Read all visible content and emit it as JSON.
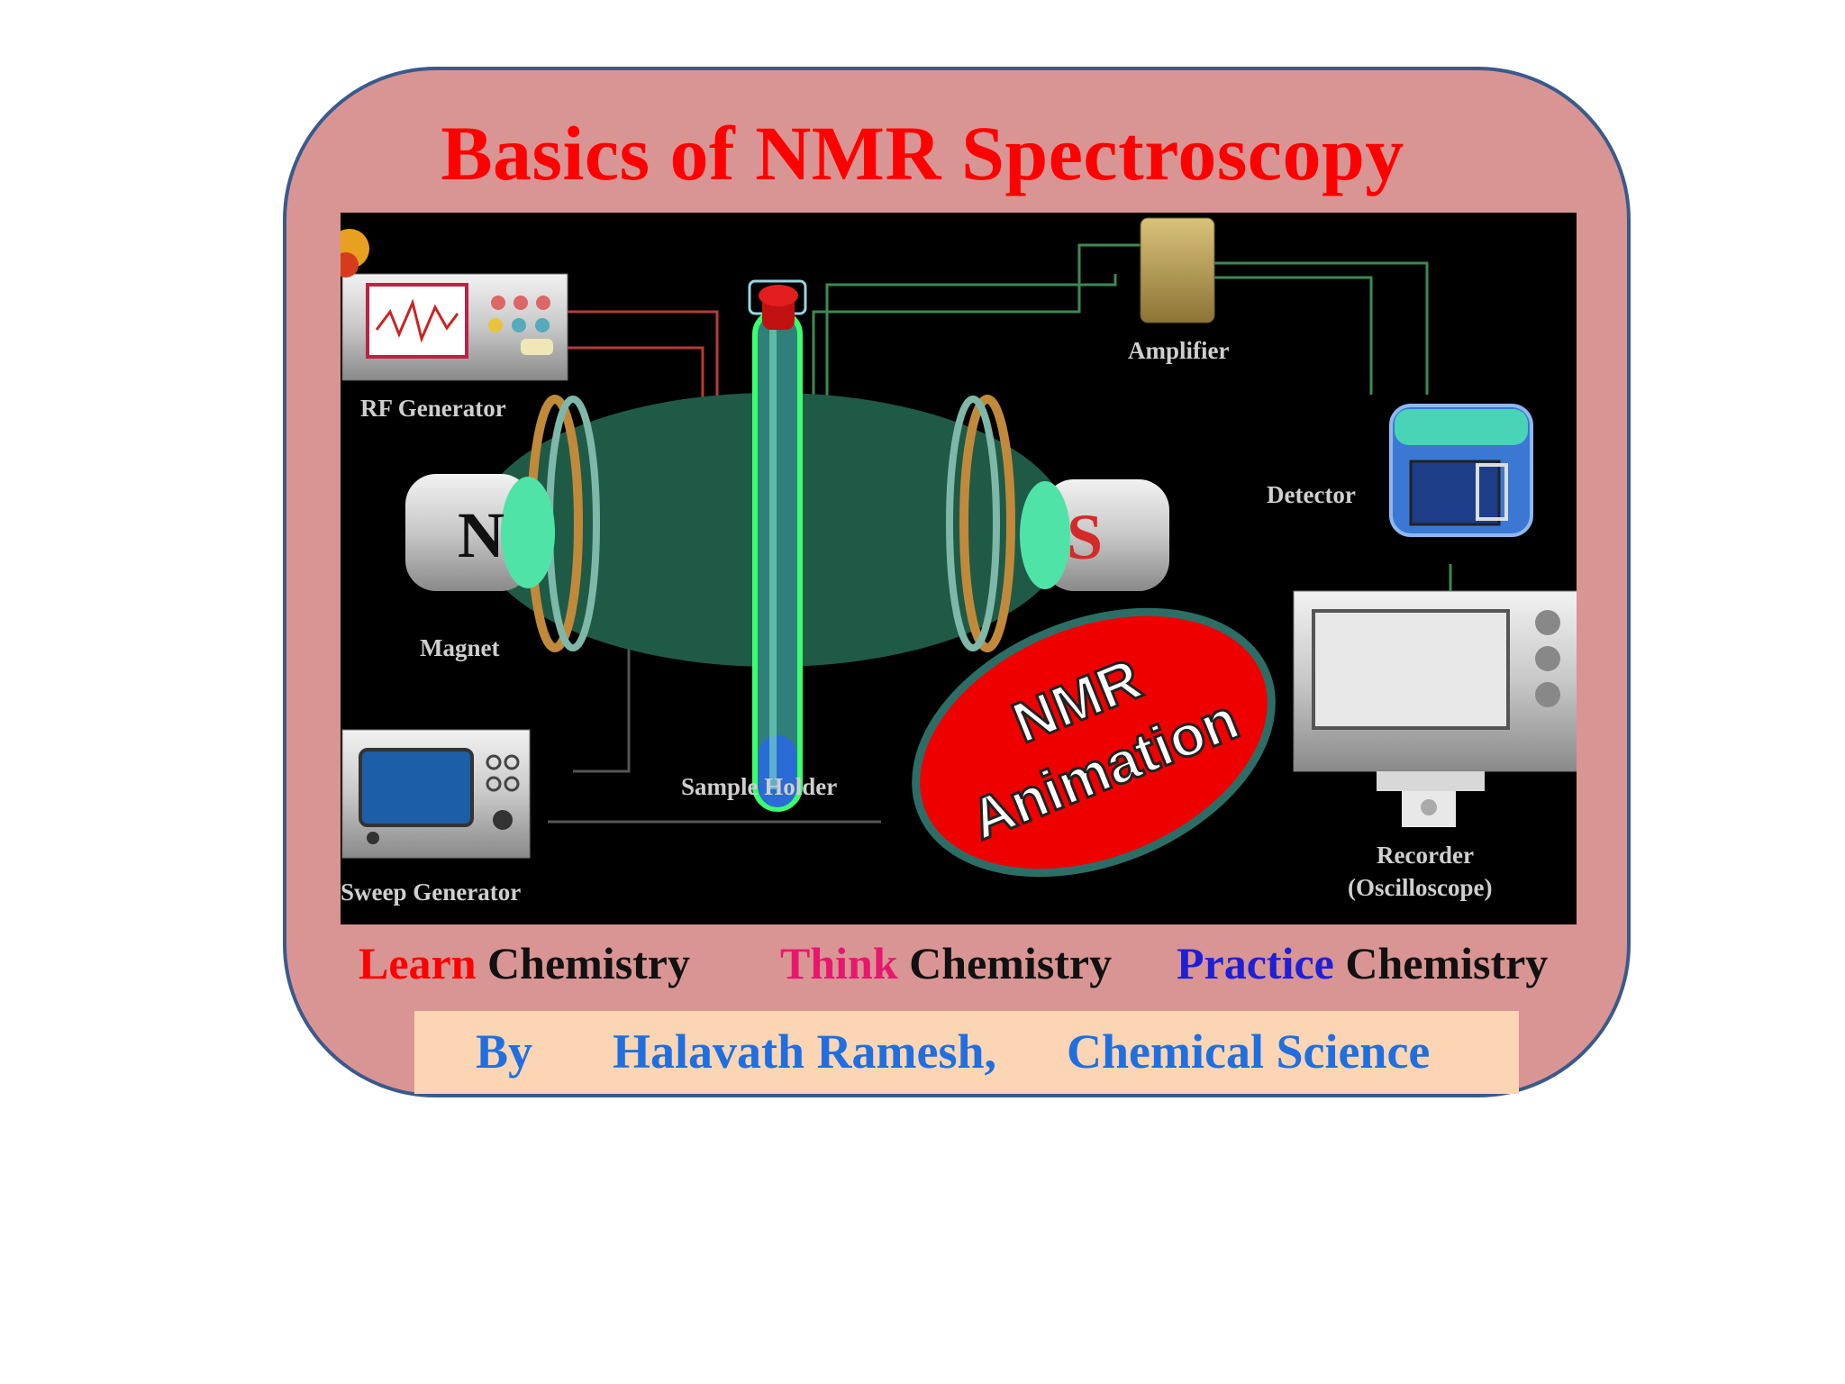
{
  "title": "Basics of NMR Spectroscopy",
  "diagram": {
    "labels": {
      "rf_generator": "RF Generator",
      "amplifier": "Amplifier",
      "detector": "Detector",
      "magnet": "Magnet",
      "magnet_north": "N",
      "magnet_south": "S",
      "sample_holder": "Sample Holder",
      "sweep_generator": "Sweep Generator",
      "recorder": "Recorder",
      "recorder_sub": "(Oscilloscope)"
    },
    "badge": {
      "line1": "NMR",
      "line2": "Animation"
    },
    "colors": {
      "background": "#000000",
      "field": "#1f5a47",
      "badge": "#ee0000",
      "badge_ring": "#2c6e66",
      "magnet_face": "#4fe3a8",
      "wire_red": "#b83a3a",
      "wire_green": "#3d8a52"
    }
  },
  "tagline": [
    {
      "word": "Learn",
      "rest": " Chemistry"
    },
    {
      "word": "Think",
      "rest": " Chemistry"
    },
    {
      "word": "Practice",
      "rest": " Chemistry"
    }
  ],
  "byline": {
    "by": "By",
    "name": "Halavath Ramesh,",
    "dept": "Chemical Science"
  }
}
